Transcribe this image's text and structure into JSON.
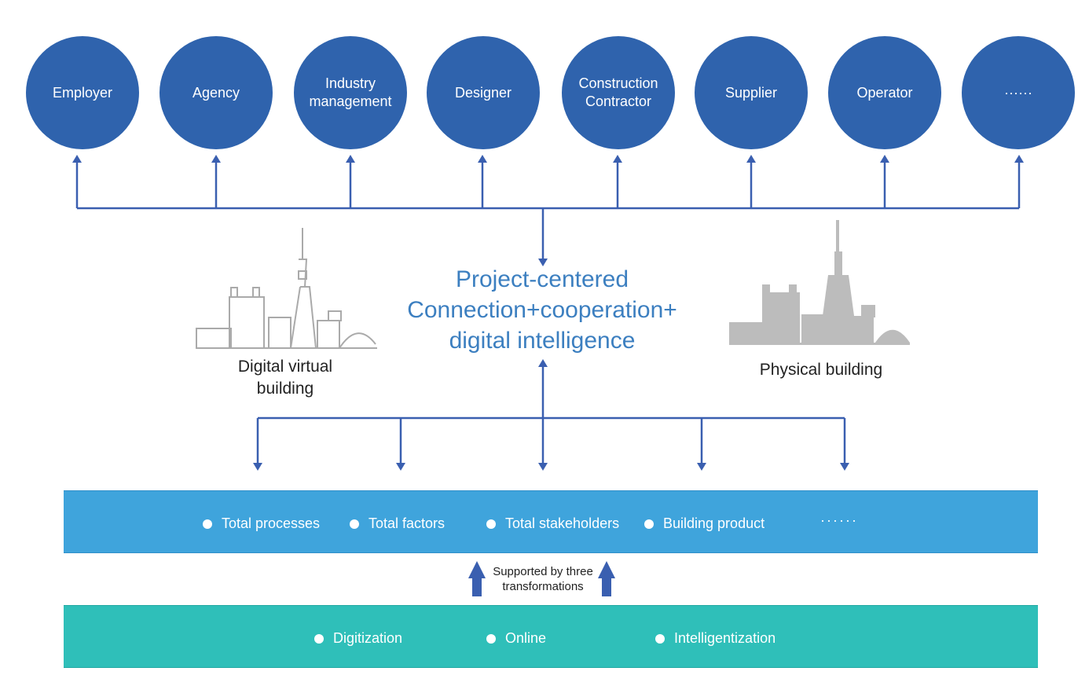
{
  "stakeholders": [
    {
      "label": "Employer"
    },
    {
      "label": "Agency"
    },
    {
      "label": "Industry\nmanagement"
    },
    {
      "label": "Designer"
    },
    {
      "label": "Construction\nContractor"
    },
    {
      "label": "Supplier"
    },
    {
      "label": "Operator"
    },
    {
      "label": "······"
    }
  ],
  "center": {
    "title": "Project-centered\nConnection+cooperation+\ndigital intelligence"
  },
  "buildings": {
    "virtual_label": "Digital virtual\nbuilding",
    "physical_label": "Physical building"
  },
  "scope_band": {
    "items": [
      "Total processes",
      "Total factors",
      "Total stakeholders",
      "Building product"
    ],
    "ellipsis": "······"
  },
  "support": {
    "text": "Supported by three\ntransformations"
  },
  "transformation_band": {
    "items": [
      "Digitization",
      "Online",
      "Intelligentization"
    ]
  },
  "colors": {
    "circle": "#2f63ad",
    "connector": "#3a5fb0",
    "title": "#3c7fc0",
    "scope_band": "#3fa4dc",
    "transformation_band": "#2fbfb9",
    "virtual_building": "#aaaaaa",
    "physical_building": "#bcbcbc"
  }
}
